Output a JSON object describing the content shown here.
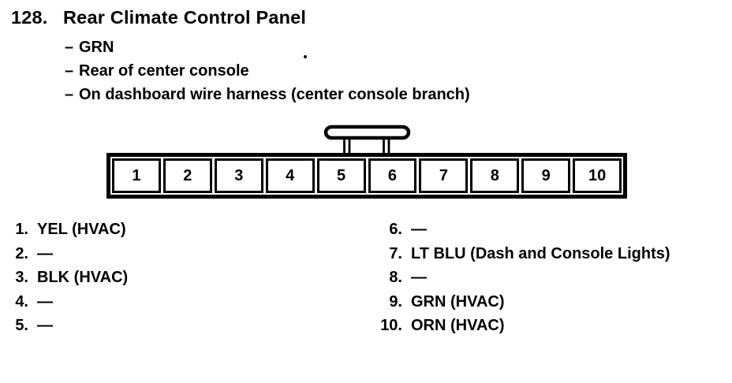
{
  "header": {
    "item_number": "128.",
    "title": "Rear Climate Control Panel"
  },
  "details": {
    "bullet": "–",
    "items": [
      "GRN",
      "Rear of center console",
      "On dashboard wire harness (center console branch)"
    ]
  },
  "connector": {
    "description": "10-pin connector, latch tab between pins 5 and 6",
    "pins": [
      "1",
      "2",
      "3",
      "4",
      "5",
      "6",
      "7",
      "8",
      "9",
      "10"
    ]
  },
  "pin_table": {
    "left": [
      {
        "num": "1.",
        "label": "YEL (HVAC)"
      },
      {
        "num": "2.",
        "label": "—"
      },
      {
        "num": "3.",
        "label": "BLK (HVAC)"
      },
      {
        "num": "4.",
        "label": "—"
      },
      {
        "num": "5.",
        "label": "—"
      }
    ],
    "right": [
      {
        "num": "6.",
        "label": "—"
      },
      {
        "num": "7.",
        "label": "LT BLU (Dash and Console Lights)"
      },
      {
        "num": "8.",
        "label": "—"
      },
      {
        "num": "9.",
        "label": "GRN (HVAC)"
      },
      {
        "num": "10.",
        "label": "ORN (HVAC)"
      }
    ]
  },
  "colors": {
    "ink": "#000000",
    "paper": "#ffffff"
  }
}
